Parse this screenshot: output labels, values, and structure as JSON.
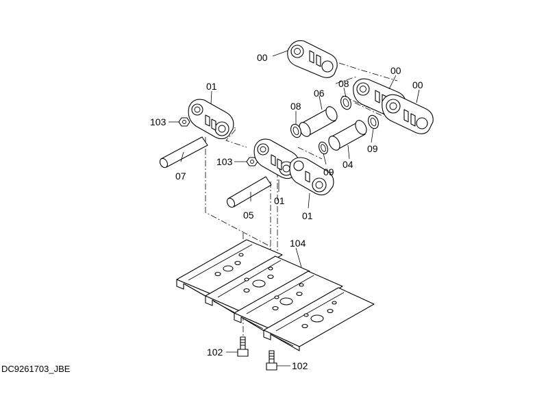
{
  "drawing_code": "DC9261703_JBE",
  "labels": {
    "link_top": "00",
    "link_right_a": "00",
    "link_right_b": "00",
    "link_left": "01",
    "link_mid_a": "01",
    "link_mid_b": "01",
    "bushing_06": "06",
    "bushing_04": "04",
    "pin_07": "07",
    "pin_05": "05",
    "seal_08_left": "08",
    "seal_08_right": "08",
    "seal_09_left": "09",
    "seal_09_right": "09",
    "nut_103_left": "103",
    "nut_103_mid": "103",
    "shoe_104": "104",
    "bolt_102_left": "102",
    "bolt_102_right": "102"
  }
}
